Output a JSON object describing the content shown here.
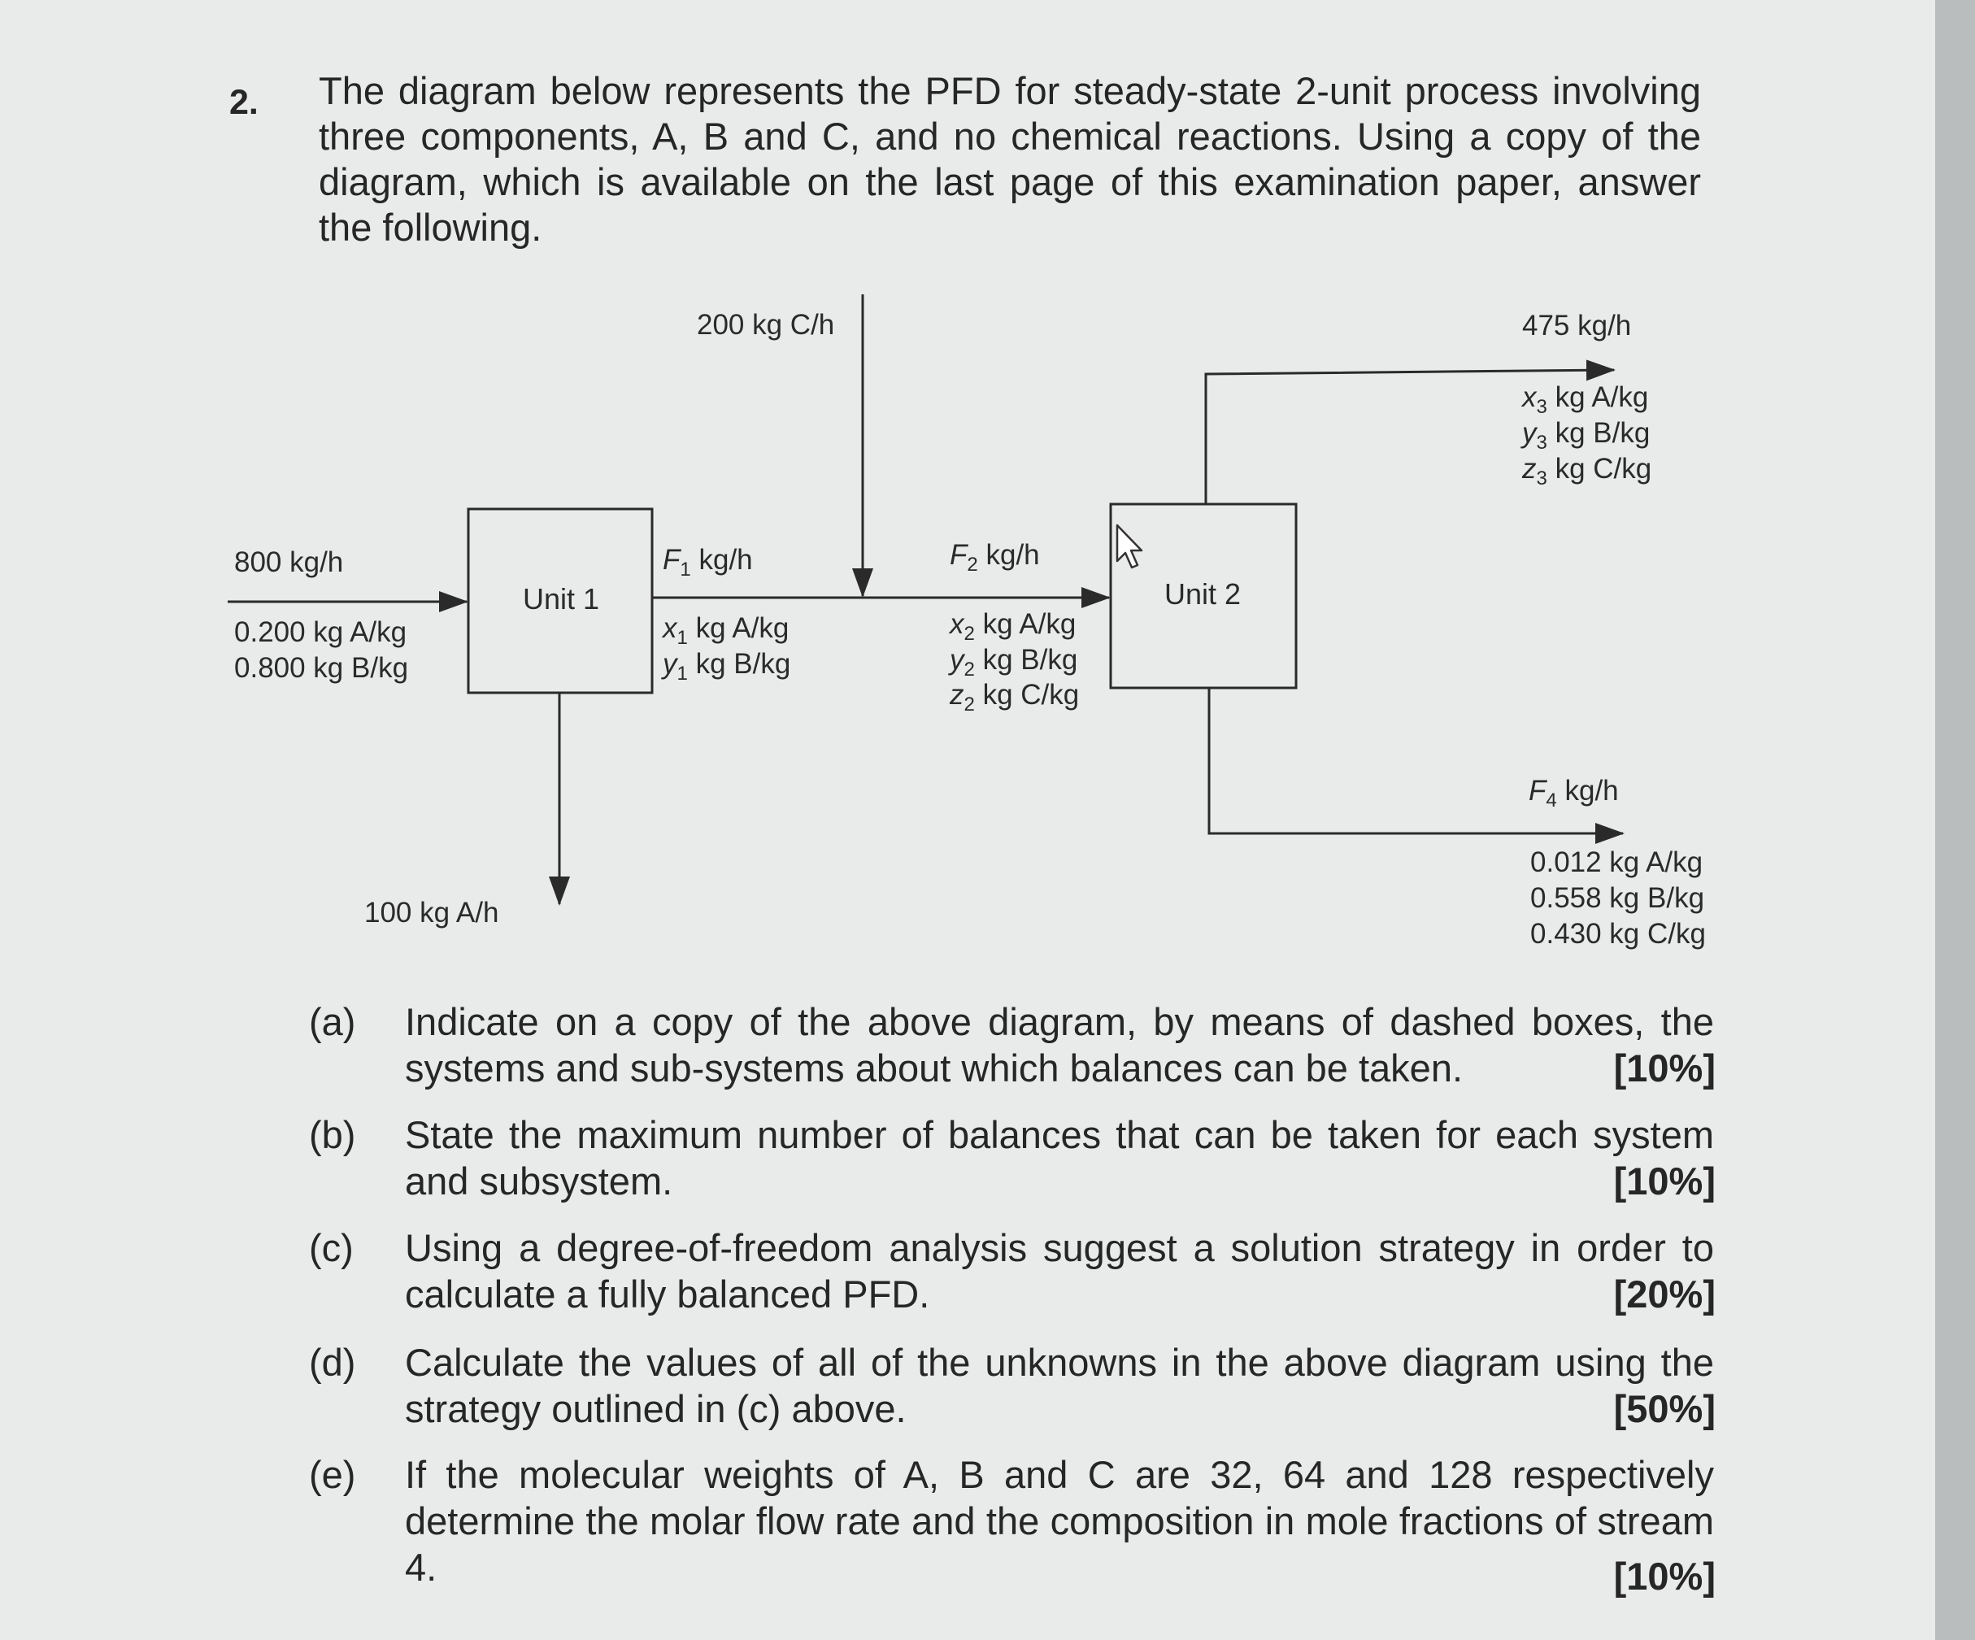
{
  "question": {
    "number": "2.",
    "stem": "The diagram below represents the PFD for steady-state 2-unit process involving three components, A, B and C, and no chemical reactions. Using a copy of the diagram, which is available on the last page of this examination paper, answer the following."
  },
  "diagram": {
    "unit1": "Unit 1",
    "unit2": "Unit 2",
    "feed": {
      "flow": "800 kg/h",
      "comp": [
        "0.200 kg A/kg",
        "0.800 kg B/kg"
      ]
    },
    "c_feed": "200 kg C/h",
    "bottom1": "100 kg A/h",
    "s1": {
      "flow_sym": "F",
      "flow_sub": "1",
      "flow_unit": " kg/h",
      "comp": [
        {
          "sym": "x",
          "sub": "1",
          "unit": " kg A/kg"
        },
        {
          "sym": "y",
          "sub": "1",
          "unit": " kg B/kg"
        }
      ]
    },
    "s2": {
      "flow_sym": "F",
      "flow_sub": "2",
      "flow_unit": " kg/h",
      "comp": [
        {
          "sym": "x",
          "sub": "2",
          "unit": " kg A/kg"
        },
        {
          "sym": "y",
          "sub": "2",
          "unit": " kg B/kg"
        },
        {
          "sym": "z",
          "sub": "2",
          "unit": " kg C/kg"
        }
      ]
    },
    "s3": {
      "flow": "475 kg/h",
      "comp": [
        {
          "sym": "x",
          "sub": "3",
          "unit": " kg A/kg"
        },
        {
          "sym": "y",
          "sub": "3",
          "unit": " kg B/kg"
        },
        {
          "sym": "z",
          "sub": "3",
          "unit": " kg C/kg"
        }
      ]
    },
    "s4": {
      "flow_sym": "F",
      "flow_sub": "4",
      "flow_unit": " kg/h",
      "comp": [
        "0.012 kg A/kg",
        "0.558 kg B/kg",
        "0.430 kg C/kg"
      ]
    }
  },
  "parts": [
    {
      "label": "(a)",
      "text": "Indicate on a copy of the above diagram, by means of dashed boxes, the systems  and sub-systems about which balances can be taken.",
      "marks": "[10%]"
    },
    {
      "label": "(b)",
      "text": "State the maximum number of balances that can be taken for each system and subsystem.",
      "marks": "[10%]"
    },
    {
      "label": "(c)",
      "text": "Using a degree-of-freedom analysis suggest a solution strategy in order to calculate a fully balanced PFD.",
      "marks": "[20%]"
    },
    {
      "label": "(d)",
      "text": "Calculate the values of all of the unknowns in the above diagram using the strategy outlined in (c) above.",
      "marks": "[50%]"
    },
    {
      "label": "(e)",
      "text": "If the molecular weights of A, B and C are 32, 64 and 128 respectively determine the molar flow rate and the composition in mole fractions of stream 4.",
      "marks": "[10%]"
    }
  ]
}
